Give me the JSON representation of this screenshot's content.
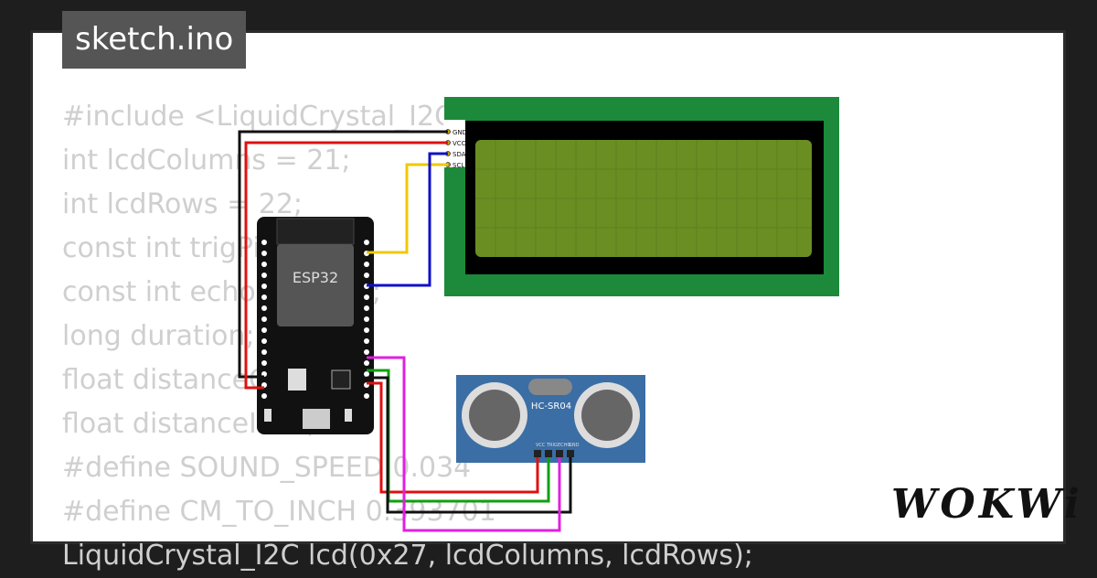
{
  "title": "sketch.ino",
  "brand": "WOKWi",
  "code_lines": [
    "#include <LiquidCrystal_I2C.h>",
    "int lcdColumns = 21;",
    "int lcdRows = 22;",
    "const int trigPin = 5;",
    "const int echoPin = 18;",
    "long duration;",
    "float distanceCm;",
    "float distanceInch;",
    "#define SOUND_SPEED 0.034",
    "#define CM_TO_INCH 0.393701",
    "LiquidCrystal_I2C lcd(0x27, lcdColumns, lcdRows);"
  ],
  "lcd": {
    "pins": [
      "GND",
      "VCC",
      "SDA",
      "SCL"
    ]
  },
  "esp32": {
    "label": "ESP32"
  },
  "sensor": {
    "label": "HC-SR04",
    "pins": [
      "VCC",
      "TRIG",
      "ECHO",
      "GND"
    ]
  },
  "colors": {
    "background": "#1e1e1e",
    "canvas": "#ffffff",
    "code_text": "#cfcfcf",
    "title_tab": "#555555",
    "lcd_board": "#1c8a3a",
    "lcd_screen": "#6b8e23",
    "sensor_board": "#3a6ea5",
    "wire_red": "#e01010",
    "wire_black": "#111111",
    "wire_yellow": "#f0c800",
    "wire_blue": "#1010c8",
    "wire_green": "#10a010",
    "wire_magenta": "#e020e0"
  }
}
